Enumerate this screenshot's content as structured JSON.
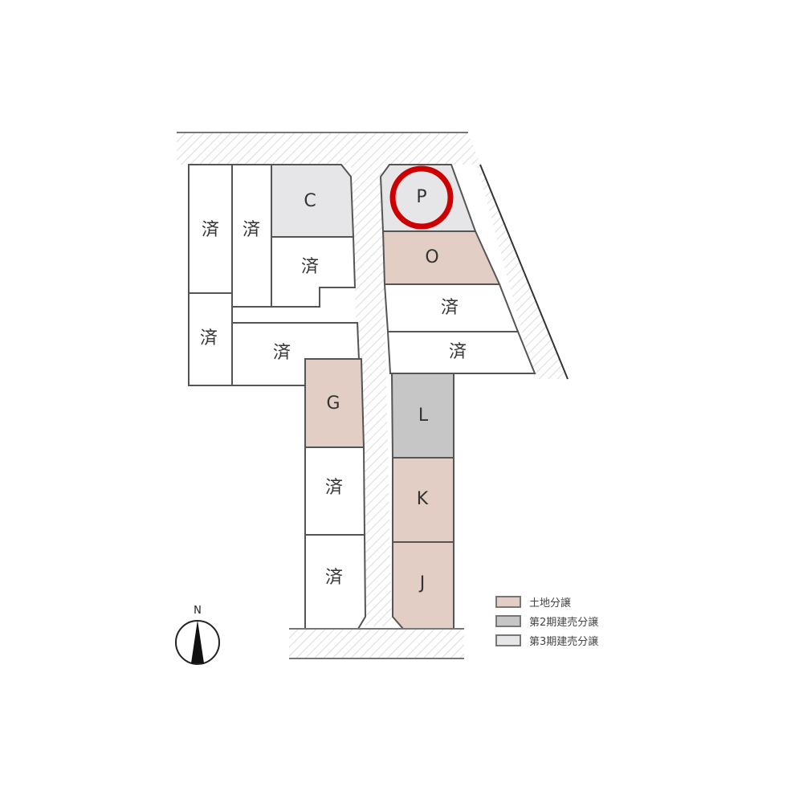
{
  "colors": {
    "land_sale": "#e2cec4",
    "phase2": "#c6c6c6",
    "phase3": "#e6e6e8",
    "sold": "#ffffff",
    "highlight_circle": "#cc0000",
    "outline": "#555555"
  },
  "lots": {
    "sold_1": "済",
    "sold_2": "済",
    "C": "C",
    "sold_3": "済",
    "sold_4": "済",
    "sold_5": "済",
    "P": "P",
    "O": "O",
    "sold_6": "済",
    "sold_7": "済",
    "G": "G",
    "L": "L",
    "sold_8": "済",
    "K": "K",
    "sold_9": "済",
    "J": "J"
  },
  "highlighted_lot": "P",
  "compass": {
    "label": "N"
  },
  "legend": {
    "items": [
      {
        "label": "土地分譲",
        "color": "#e2cec4"
      },
      {
        "label": "第2期建売分譲",
        "color": "#c6c6c6"
      },
      {
        "label": "第3期建売分譲",
        "color": "#e6e6e8"
      }
    ]
  }
}
